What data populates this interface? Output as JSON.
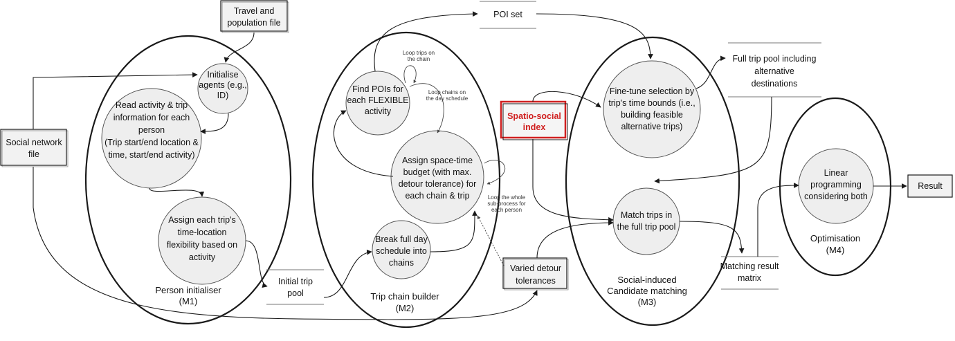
{
  "title": "",
  "modules": {
    "m1": {
      "label": [
        "Person initialiser",
        "(M1)"
      ]
    },
    "m2": {
      "label": [
        "Trip chain builder",
        "(M2)"
      ]
    },
    "m3": {
      "label": [
        "Social-induced",
        "Candidate matching",
        "(M3)"
      ]
    },
    "m4": {
      "label": [
        "Optimisation",
        "(M4)"
      ]
    }
  },
  "processes": {
    "init_agents": [
      "Initialise",
      "agents (e.g.,",
      "ID)"
    ],
    "read_activity": [
      "Read activity & trip",
      "information for each",
      "person",
      "(Trip start/end location &",
      "time, start/end activity)"
    ],
    "assign_flex": [
      "Assign each trip's",
      "time-location",
      "flexibility based on",
      "activity"
    ],
    "find_pois": [
      "Find POIs for",
      "each FLEXIBLE",
      "activity"
    ],
    "assign_budget": [
      "Assign space-time",
      "budget (with max.",
      "detour tolerance) for",
      "each chain & trip"
    ],
    "break_schedule": [
      "Break full day",
      "schedule into",
      "chains"
    ],
    "fine_tune": [
      "Fine-tune selection by",
      "trip's time bounds (i.e.,",
      "building feasible",
      "alternative trips)"
    ],
    "match_trips": [
      "Match trips in",
      "the full trip pool"
    ],
    "linear_prog": [
      "Linear",
      "programming",
      "considering both"
    ]
  },
  "external_entities": {
    "travel_pop": [
      "Travel and",
      "population file"
    ],
    "social_net": [
      "Social network",
      "file"
    ],
    "spatio_social": [
      "Spatio-social",
      "index"
    ],
    "varied_detour": [
      "Varied detour",
      "tolerances"
    ],
    "result": [
      "Result"
    ]
  },
  "data_stores": {
    "initial_pool": [
      "Initial trip",
      "pool"
    ],
    "poi_set": [
      "POI set"
    ],
    "full_pool": [
      "Full trip pool including",
      "alternative",
      "destinations"
    ],
    "matching_matrix": [
      "Matching result",
      "matrix"
    ]
  },
  "loops": {
    "trips_on_chain": [
      "Loop trips on",
      "the chain"
    ],
    "chains_on_day": [
      "Loop chains on",
      "the day schedule"
    ],
    "whole_subprocess": [
      "Loop the whole",
      "sub-process for",
      "each person"
    ]
  },
  "colors": {
    "stroke": "#1a1a1a",
    "fill_circle": "#eeeeee",
    "fill_box": "#f2f2f2",
    "highlight": "#d02020"
  }
}
